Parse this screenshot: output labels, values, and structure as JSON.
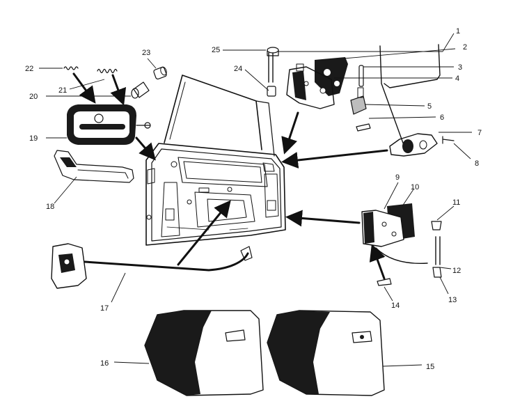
{
  "callouts": {
    "c1": "1",
    "c2": "2",
    "c3": "3",
    "c4": "4",
    "c5": "5",
    "c6": "6",
    "c7": "7",
    "c8": "8",
    "c9": "9",
    "c10": "10",
    "c11": "11",
    "c12": "12",
    "c13": "13",
    "c14": "14",
    "c15": "15",
    "c16": "16",
    "c17": "17",
    "c18": "18",
    "c19": "19",
    "c20": "20",
    "c21": "21",
    "c22": "22",
    "c23": "23",
    "c24": "24",
    "c25": "25"
  },
  "colors": {
    "ink": "#111111",
    "panel_dark": "#1a1a1a",
    "paper": "#ffffff"
  }
}
